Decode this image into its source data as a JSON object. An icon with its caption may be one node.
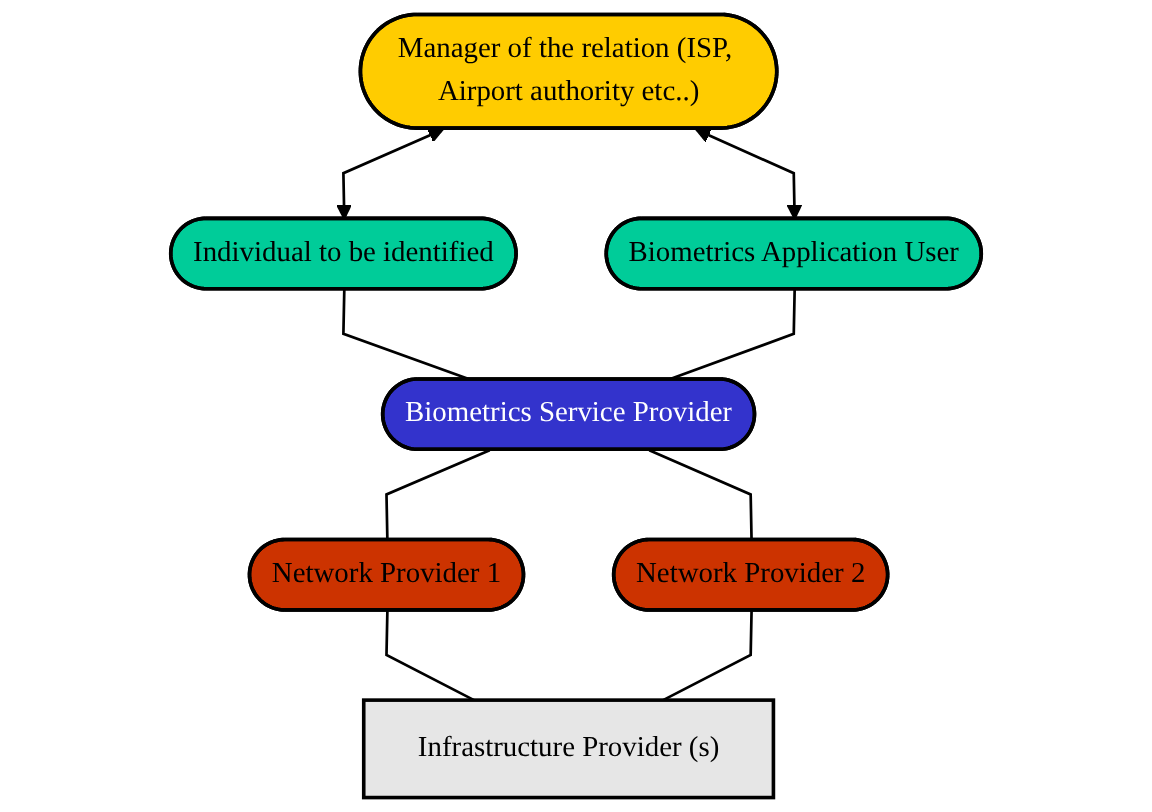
{
  "diagram": {
    "nodes": [
      {
        "text": [
          "Manager of the relation (ISP, Airport authority etc..)"
        ]
      },
      {
        "text": [
          "Individual to be identified"
        ]
      },
      {
        "text": [
          "Biometrics Application User"
        ]
      },
      {
        "text": [
          "Biometrics Service Provider"
        ]
      },
      {
        "text": [
          "Network Provider 1"
        ]
      },
      {
        "text": [
          "Network Provider 2"
        ]
      },
      {
        "text": [
          "Infrastructure Provider (s)"
        ]
      }
    ],
    "edges": [
      {
        "from": 0,
        "to": 1,
        "arrow": "both"
      },
      {
        "from": 0,
        "to": 2,
        "arrow": "both"
      },
      {
        "from": 1,
        "to": 3,
        "arrow": "none"
      },
      {
        "from": 2,
        "to": 3,
        "arrow": "none"
      },
      {
        "from": 3,
        "to": 4,
        "arrow": "none"
      },
      {
        "from": 3,
        "to": 5,
        "arrow": "none"
      },
      {
        "from": 4,
        "to": 6,
        "arrow": "none"
      },
      {
        "from": 5,
        "to": 6,
        "arrow": "none"
      }
    ]
  }
}
